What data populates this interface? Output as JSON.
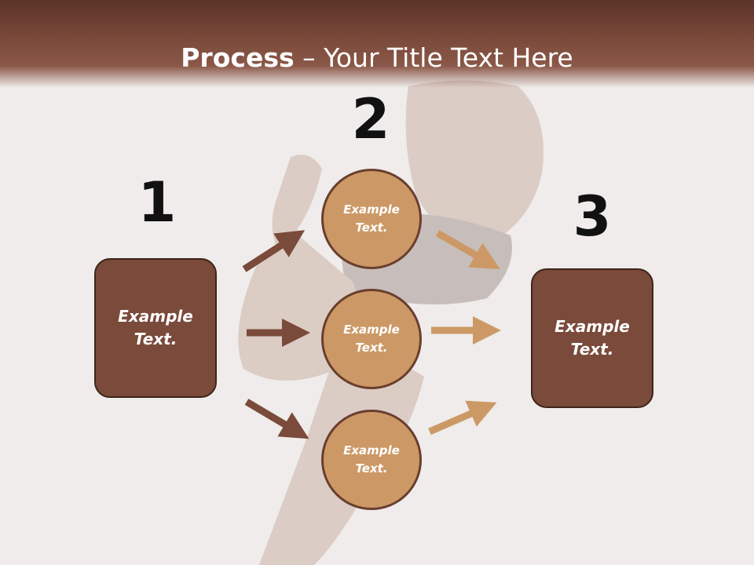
{
  "title": {
    "bold": "Process",
    "rest": " – Your Title Text Here"
  },
  "steps": {
    "one": "1",
    "two": "2",
    "three": "3"
  },
  "left_box": "Example Text.",
  "right_box": "Example Text.",
  "circles": [
    "Example Text.",
    "Example Text.",
    "Example Text."
  ],
  "colors": {
    "header": "#7a4a3a",
    "box": "#7a4a3a",
    "circle": "#cc9966",
    "arrow_dark": "#7a4a3a",
    "arrow_light": "#cc9966"
  }
}
